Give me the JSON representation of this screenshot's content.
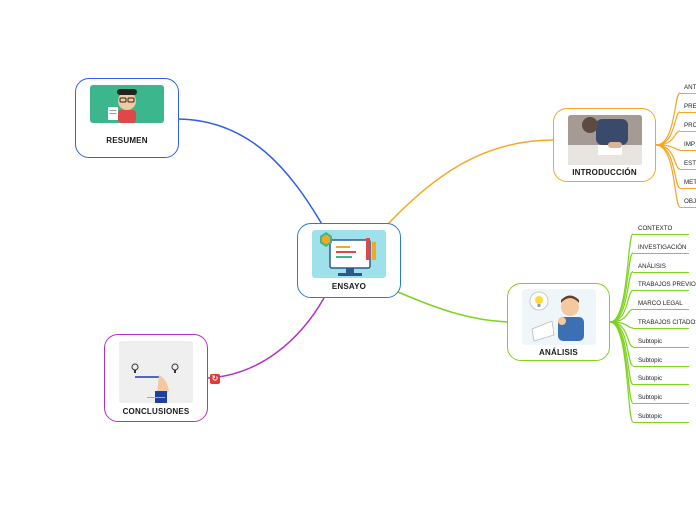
{
  "colors": {
    "resumen": "#2f5fe8",
    "introduccion": "#f5a623",
    "analisis": "#7ed321",
    "conclusiones": "#b131c7",
    "central": "#2a7cc7"
  },
  "central": {
    "label": "ENSAYO"
  },
  "topics": {
    "resumen": {
      "label": "RESUMEN"
    },
    "introduccion": {
      "label": "INTRODUCCIÓN",
      "subtopics": [
        "ANT",
        "PRE",
        "PRO",
        "IMP",
        "EST",
        "MET",
        "OBJ"
      ]
    },
    "analisis": {
      "label": "ANÁLISIS",
      "subtopics": [
        "CONTEXTO",
        "INVESTIGACIÓN",
        "ANÁLISIS",
        "TRABAJOS PREVIO",
        "MARCO LEGAL",
        "TRABAJOS CITADOS",
        "Subtopic",
        "Subtopic",
        "Subtopic",
        "Subtopic",
        "Subtopic"
      ]
    },
    "conclusiones": {
      "label": "CONCLUSIONES",
      "link_icon": "link-icon"
    }
  }
}
